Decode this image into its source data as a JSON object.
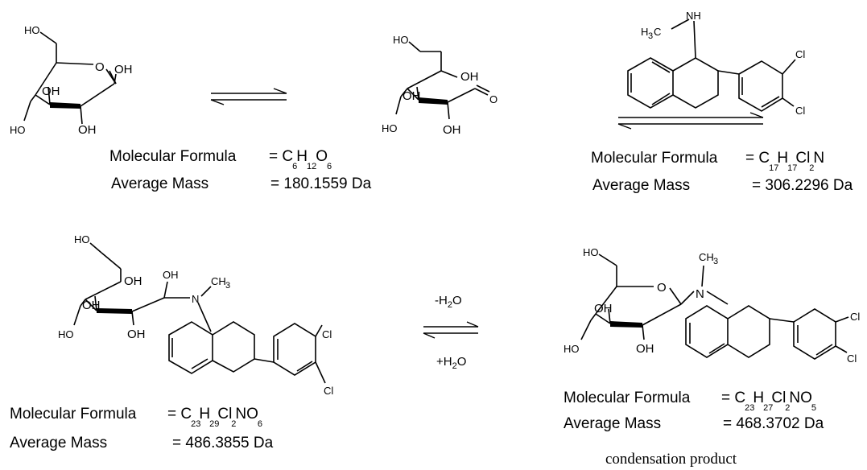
{
  "glucose_pyranose": {
    "atoms": {
      "ho_top": "HO",
      "ring_o": "O",
      "anomeric_oh": "OH",
      "oh_c3": "OH",
      "ho_c4": "HO",
      "oh_c2": "OH"
    }
  },
  "glucose_open": {
    "atoms": {
      "ho_top": "HO",
      "oh_c5": "OH",
      "oh_c4": "OH",
      "ho_c3": "HO",
      "oh_c2": "OH",
      "ald_o": "O"
    }
  },
  "sertraline": {
    "atoms": {
      "nh": "NH",
      "h3c": "H",
      "h3c_sub": "3",
      "h3c_c": "C",
      "cl_1": "Cl",
      "cl_2": "Cl"
    }
  },
  "open_adduct": {
    "atoms": {
      "ho_top": "HO",
      "oh_c5": "OH",
      "oh_c4": "OH",
      "ho_c3": "HO",
      "oh_c2": "OH",
      "oh_c1": "OH",
      "n": "N",
      "ch3": "CH",
      "ch3_sub": "3",
      "cl_1": "Cl",
      "cl_2": "Cl"
    }
  },
  "condensation": {
    "atoms": {
      "ho_top": "HO",
      "ring_o": "O",
      "n_plus": "N",
      "ch3": "CH",
      "ch3_sub": "3",
      "oh_c3": "OH",
      "ho_c4": "HO",
      "oh_c2": "OH",
      "cl_1": "Cl",
      "cl_2": "Cl"
    },
    "caption": "condensation product"
  },
  "reaction_conditions": {
    "minus": "-H",
    "minus_sub": "2",
    "minus_o": "O",
    "plus": "+H",
    "plus_sub": "2",
    "plus_o": "O"
  },
  "properties": {
    "formula_label": "Molecular Formula",
    "mass_label": "Average Mass",
    "glucose": {
      "eq": "= C",
      "s1": "6",
      "e1": "H",
      "s2": "12",
      "e2": "O",
      "s3": "6",
      "mass": "= 180.1559 Da"
    },
    "sertraline": {
      "eq": "= C",
      "s1": "17",
      "e1": "H",
      "s2": "17",
      "e2": "Cl",
      "s3": "2",
      "e3": "N",
      "mass": "= 306.2296 Da"
    },
    "adduct": {
      "eq": "= C",
      "s1": "23",
      "e1": "H",
      "s2": "29",
      "e2": "Cl",
      "s3": "2",
      "e3": "NO",
      "s4": "6",
      "mass": "= 486.3855 Da"
    },
    "product": {
      "eq": "= C",
      "s1": "23",
      "e1": "H",
      "s2": "27",
      "e2": "Cl",
      "s3": "2",
      "e3": "NO",
      "s4": "5",
      "mass": "= 468.3702 Da"
    }
  }
}
